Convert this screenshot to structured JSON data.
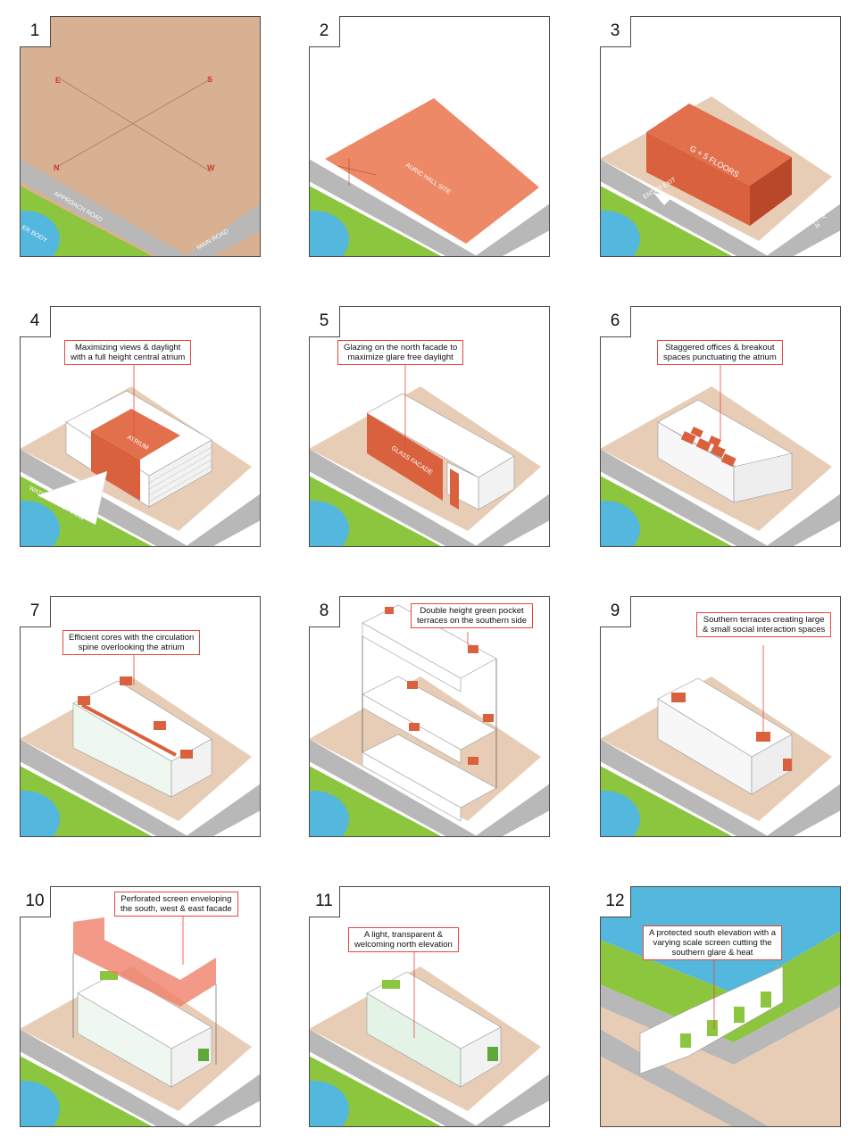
{
  "colors": {
    "site_tan": "#e8cdb6",
    "site_brown": "#d8b193",
    "road": "#b8b8b8",
    "grass": "#8cc63e",
    "water": "#54b7dd",
    "accent": "#e8473d",
    "block": "#d9613d",
    "block_dark": "#b9482a",
    "building": "#ffffff"
  },
  "panels": [
    {
      "number": "1",
      "compass": {
        "e": "E",
        "s": "S",
        "n": "N",
        "w": "W"
      },
      "labels": {
        "approach_road": "APPROACH ROAD",
        "main_road": "MAIN ROAD",
        "water_body": "ER BODY"
      }
    },
    {
      "number": "2",
      "labels": {
        "site": "AURIC HALL SITE"
      }
    },
    {
      "number": "3",
      "labels": {
        "floors": "G + 5 FLOORS",
        "entry_exit": "ENTRY EXIT",
        "service_entry_1": "SERVICE",
        "service_entry_2": "ENTRY"
      }
    },
    {
      "number": "4",
      "callout": [
        "Maximizing views & daylight",
        "with a full height central atrium"
      ],
      "labels": {
        "atrium": "ATRIUM",
        "water_front": "WATER FRONT VIEW"
      }
    },
    {
      "number": "5",
      "callout": [
        "Glazing on the north facade to",
        "maximize glare free daylight"
      ],
      "labels": {
        "glass": "GLASS FACADE"
      }
    },
    {
      "number": "6",
      "callout": [
        "Staggered offices & breakout",
        "spaces punctuating the atrium"
      ]
    },
    {
      "number": "7",
      "callout": [
        "Efficient cores with the circulation",
        "spine overlooking the atrium"
      ]
    },
    {
      "number": "8",
      "callout": [
        "Double height green pocket",
        "terraces on the southern side"
      ]
    },
    {
      "number": "9",
      "callout": [
        "Southern terraces creating large",
        "& small social interaction spaces"
      ]
    },
    {
      "number": "10",
      "callout": [
        "Perforated screen enveloping",
        "the south, west & east facade"
      ]
    },
    {
      "number": "11",
      "callout": [
        "A light, transparent  &",
        "welcoming north elevation"
      ]
    },
    {
      "number": "12",
      "callout": [
        "A protected south elevation with a",
        "varying scale screen cutting the",
        "southern glare & heat"
      ]
    }
  ]
}
